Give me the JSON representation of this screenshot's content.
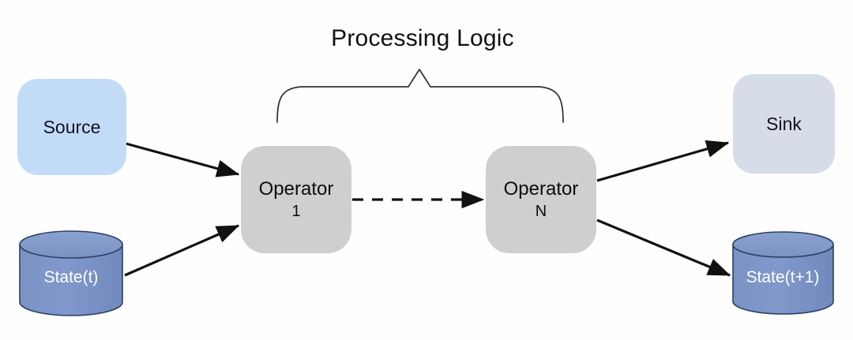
{
  "diagram": {
    "title": "Processing Logic",
    "nodes": {
      "source": {
        "label": "Source",
        "shape": "rounded-rect",
        "color": "#c2dcf7"
      },
      "state_in": {
        "label": "State(t)",
        "shape": "cylinder",
        "color": "#7b96c8"
      },
      "operator_1": {
        "label": "Operator",
        "sublabel": "1",
        "shape": "rounded-rect",
        "color": "#cfcfcf"
      },
      "operator_n": {
        "label": "Operator",
        "sublabel": "N",
        "shape": "rounded-rect",
        "color": "#cfcfcf"
      },
      "sink": {
        "label": "Sink",
        "shape": "rounded-rect",
        "color": "#d6dce8"
      },
      "state_out": {
        "label": "State(t+1)",
        "shape": "cylinder",
        "color": "#7b96c8"
      }
    },
    "edges": [
      {
        "name": "source-to-operator-1",
        "from": "source",
        "to": "operator_1",
        "style": "solid",
        "arrow": true
      },
      {
        "name": "state-in-to-operator-1",
        "from": "state_in",
        "to": "operator_1",
        "style": "solid",
        "arrow": true
      },
      {
        "name": "operator-1-to-operator-n",
        "from": "operator_1",
        "to": "operator_n",
        "style": "dashed",
        "arrow": true
      },
      {
        "name": "operator-n-to-sink",
        "from": "operator_n",
        "to": "sink",
        "style": "solid",
        "arrow": true
      },
      {
        "name": "operator-n-to-state-out",
        "from": "operator_n",
        "to": "state_out",
        "style": "solid",
        "arrow": true
      }
    ],
    "brace": {
      "name": "processing-logic-brace",
      "spans": [
        "operator_1",
        "operator_n"
      ]
    },
    "colors": {
      "background": "#fefefe",
      "line": "#1a1a1a",
      "cylinder_fill": "#7b96c8",
      "cylinder_stroke": "#2f3f63",
      "operator_fill": "#cfcfcf",
      "source_fill": "#c2dcf7",
      "sink_fill": "#d6dce8",
      "text_dark": "#111122",
      "text_light": "#ffffff"
    }
  }
}
